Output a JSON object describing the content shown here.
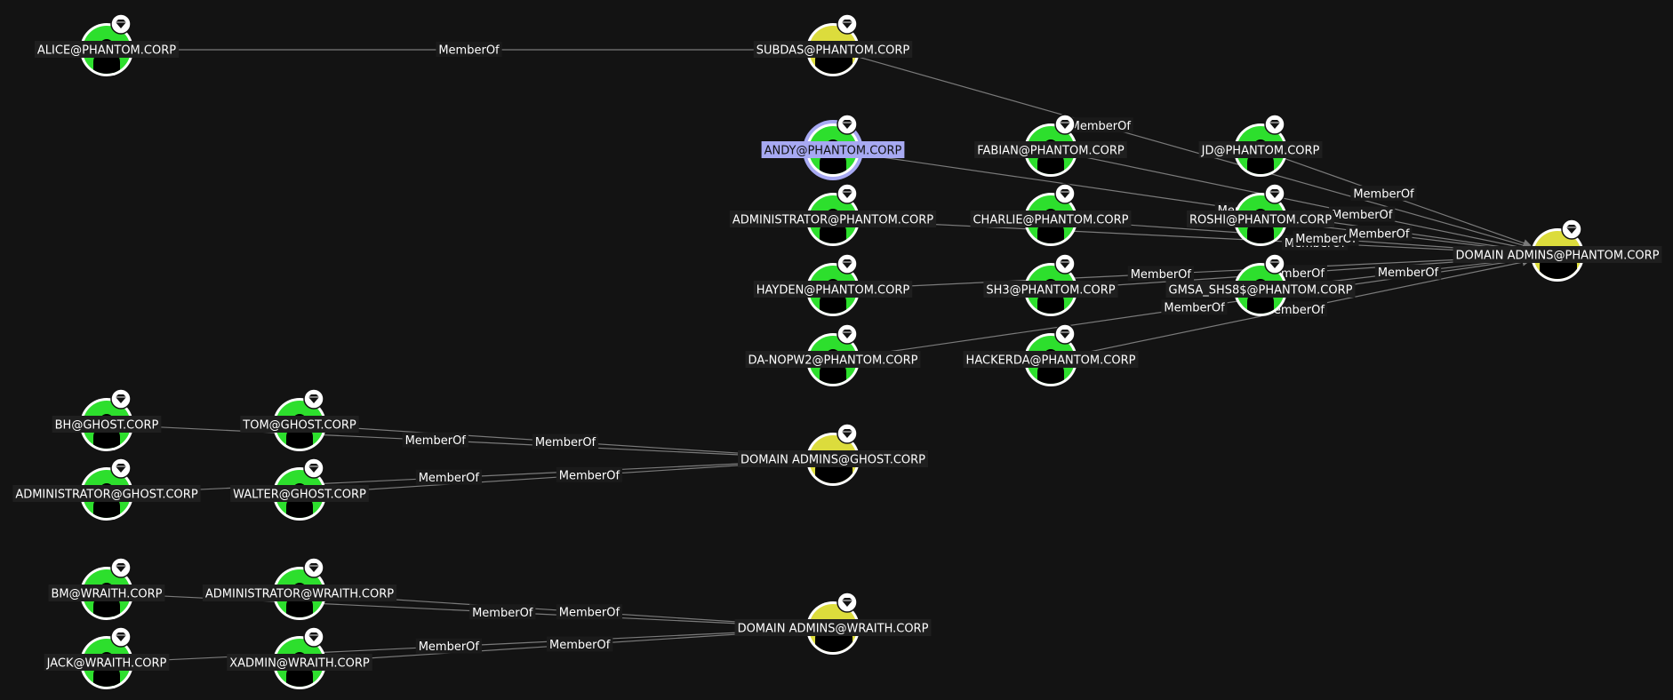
{
  "colors": {
    "background": "#131313",
    "user_node": "#2ddf2d",
    "group_node": "#dcdc3c",
    "selected_ring": "#a7a9f2",
    "edge": "#7a7a7a",
    "label_bg": "#1f1f1f"
  },
  "icons": {
    "user": "person-icon",
    "group": "group-icon",
    "badge": "gem-icon"
  },
  "nodes": [
    {
      "id": "alice",
      "label": "ALICE@PHANTOM.CORP",
      "type": "user"
    },
    {
      "id": "subdas",
      "label": "SUBDAS@PHANTOM.CORP",
      "type": "group"
    },
    {
      "id": "andy",
      "label": "ANDY@PHANTOM.CORP",
      "type": "user",
      "selected": true
    },
    {
      "id": "fabian",
      "label": "FABIAN@PHANTOM.CORP",
      "type": "user"
    },
    {
      "id": "jd",
      "label": "JD@PHANTOM.CORP",
      "type": "user"
    },
    {
      "id": "adminphantom",
      "label": "ADMINISTRATOR@PHANTOM.CORP",
      "type": "user"
    },
    {
      "id": "charlie",
      "label": "CHARLIE@PHANTOM.CORP",
      "type": "user"
    },
    {
      "id": "roshi",
      "label": "ROSHI@PHANTOM.CORP",
      "type": "user"
    },
    {
      "id": "hayden",
      "label": "HAYDEN@PHANTOM.CORP",
      "type": "user"
    },
    {
      "id": "sh3",
      "label": "SH3@PHANTOM.CORP",
      "type": "user"
    },
    {
      "id": "gmsa",
      "label": "GMSA_SHS8$@PHANTOM.CORP",
      "type": "user"
    },
    {
      "id": "danopw2",
      "label": "DA-NOPW2@PHANTOM.CORP",
      "type": "user"
    },
    {
      "id": "hackerda",
      "label": "HACKERDA@PHANTOM.CORP",
      "type": "user"
    },
    {
      "id": "dap",
      "label": "DOMAIN ADMINS@PHANTOM.CORP",
      "type": "group"
    },
    {
      "id": "bh",
      "label": "BH@GHOST.CORP",
      "type": "user"
    },
    {
      "id": "tom",
      "label": "TOM@GHOST.CORP",
      "type": "user"
    },
    {
      "id": "adminghost",
      "label": "ADMINISTRATOR@GHOST.CORP",
      "type": "user"
    },
    {
      "id": "walter",
      "label": "WALTER@GHOST.CORP",
      "type": "user"
    },
    {
      "id": "dag",
      "label": "DOMAIN ADMINS@GHOST.CORP",
      "type": "group"
    },
    {
      "id": "bm",
      "label": "BM@WRAITH.CORP",
      "type": "user"
    },
    {
      "id": "adminwraith",
      "label": "ADMINISTRATOR@WRAITH.CORP",
      "type": "user"
    },
    {
      "id": "jack",
      "label": "JACK@WRAITH.CORP",
      "type": "user"
    },
    {
      "id": "xadmin",
      "label": "XADMIN@WRAITH.CORP",
      "type": "user"
    },
    {
      "id": "daw",
      "label": "DOMAIN ADMINS@WRAITH.CORP",
      "type": "group"
    }
  ],
  "edges": [
    {
      "from": "alice",
      "to": "subdas",
      "label": "MemberOf"
    },
    {
      "from": "subdas",
      "to": "dap",
      "label": "MemberOf"
    },
    {
      "from": "andy",
      "to": "dap",
      "label": "MemberOf"
    },
    {
      "from": "fabian",
      "to": "dap",
      "label": "MemberOf"
    },
    {
      "from": "jd",
      "to": "dap",
      "label": "MemberOf"
    },
    {
      "from": "adminphantom",
      "to": "dap",
      "label": "MemberOf"
    },
    {
      "from": "charlie",
      "to": "dap",
      "label": "MemberOf"
    },
    {
      "from": "roshi",
      "to": "dap",
      "label": "MemberOf"
    },
    {
      "from": "hayden",
      "to": "dap",
      "label": "MemberOf"
    },
    {
      "from": "sh3",
      "to": "dap",
      "label": "MemberOf"
    },
    {
      "from": "gmsa",
      "to": "dap",
      "label": "MemberOf"
    },
    {
      "from": "danopw2",
      "to": "dap",
      "label": "MemberOf"
    },
    {
      "from": "hackerda",
      "to": "dap",
      "label": "MemberOf"
    },
    {
      "from": "bh",
      "to": "dag",
      "label": "MemberOf"
    },
    {
      "from": "tom",
      "to": "dag",
      "label": "MemberOf"
    },
    {
      "from": "adminghost",
      "to": "dag",
      "label": "MemberOf"
    },
    {
      "from": "walter",
      "to": "dag",
      "label": "MemberOf"
    },
    {
      "from": "bm",
      "to": "daw",
      "label": "MemberOf"
    },
    {
      "from": "adminwraith",
      "to": "daw",
      "label": "MemberOf"
    },
    {
      "from": "jack",
      "to": "daw",
      "label": "MemberOf"
    },
    {
      "from": "xadmin",
      "to": "daw",
      "label": "MemberOf"
    }
  ]
}
